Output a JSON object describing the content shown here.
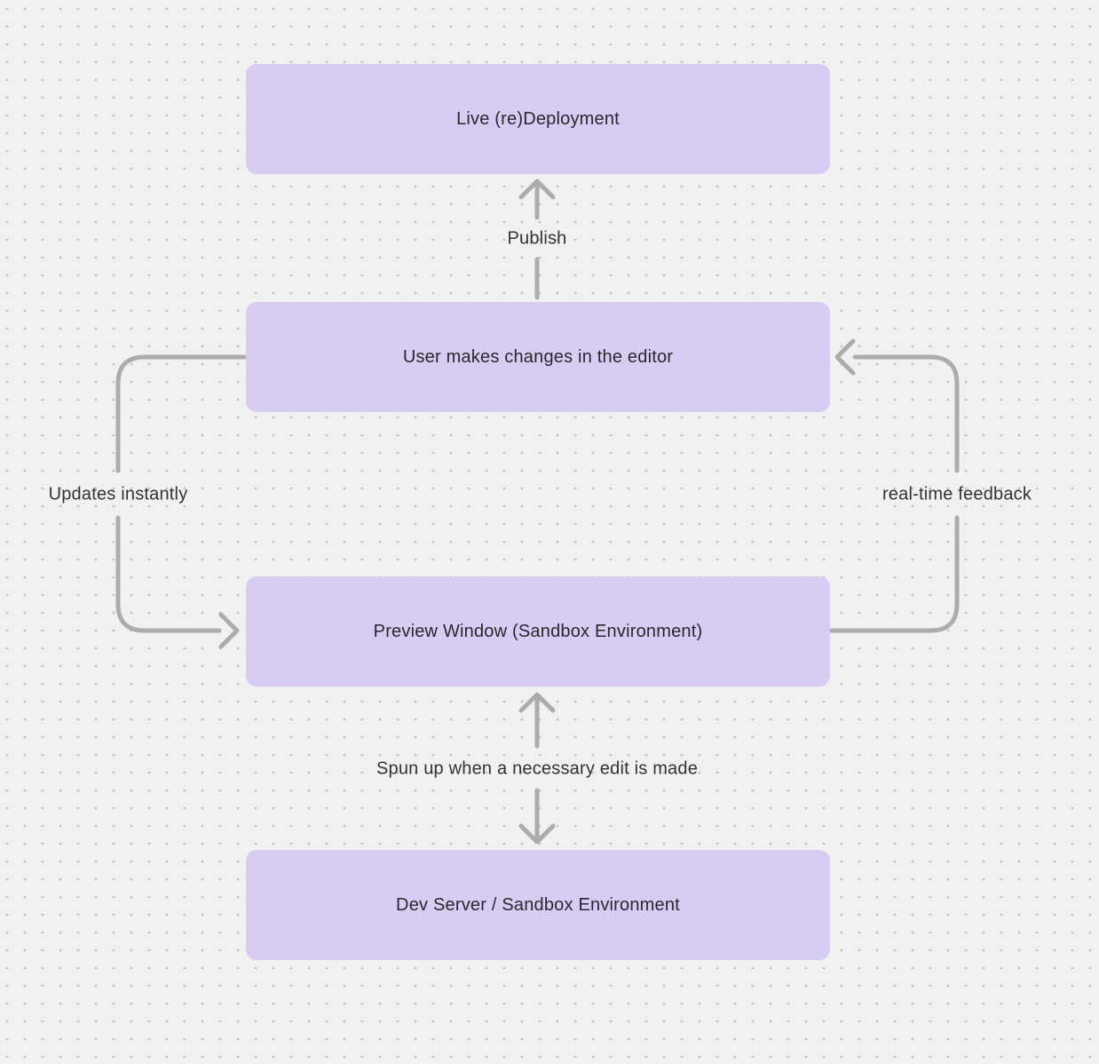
{
  "canvas": {
    "background_color": "#f2f1f1",
    "dot_color": "#c8c6c7"
  },
  "diagram": {
    "colors": {
      "node_fill": "#d8ccf4",
      "arrow": "#aeabab",
      "node_text": "#28282c",
      "label_text": "#323236"
    },
    "nodes": [
      {
        "id": "live-redeployment",
        "label": "Live (re)Deployment"
      },
      {
        "id": "user-editor",
        "label": "User makes changes in the editor"
      },
      {
        "id": "preview-window",
        "label": "Preview Window (Sandbox Environment)"
      },
      {
        "id": "dev-server",
        "label": "Dev Server / Sandbox Environment"
      }
    ],
    "edges": [
      {
        "id": "publish",
        "label": "Publish",
        "from": "user-editor",
        "to": "live-redeployment",
        "bidirectional": false
      },
      {
        "id": "updates-instantly",
        "label": "Updates instantly",
        "from": "user-editor",
        "to": "preview-window",
        "bidirectional": false
      },
      {
        "id": "real-time-feedback",
        "label": "real-time feedback",
        "from": "preview-window",
        "to": "user-editor",
        "bidirectional": false
      },
      {
        "id": "spun-up",
        "label": "Spun up when a necessary edit is made",
        "from": "preview-window",
        "to": "dev-server",
        "bidirectional": true
      }
    ]
  }
}
